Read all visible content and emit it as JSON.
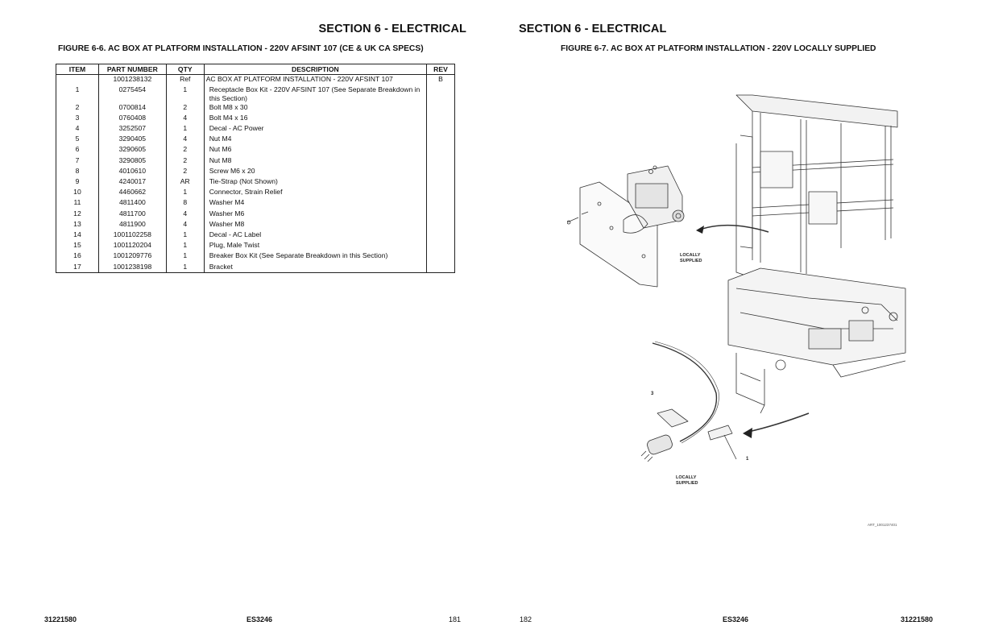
{
  "left_page": {
    "section_title": "SECTION 6 - ELECTRICAL",
    "figure_title": "FIGURE 6-6. AC BOX AT PLATFORM INSTALLATION - 220V AFSINT 107 (CE & UK CA SPECS)",
    "table": {
      "headers": [
        "ITEM",
        "PART NUMBER",
        "QTY",
        "DESCRIPTION",
        "REV"
      ],
      "rows": [
        [
          "",
          "1001238132",
          "Ref",
          "AC BOX AT PLATFORM INSTALLATION - 220V AFSINT 107",
          "B"
        ],
        [
          "1",
          "0275454",
          "1",
          "Receptacle Box Kit - 220V AFSINT 107 (See Separate Breakdown in this Section)",
          ""
        ],
        [
          "2",
          "0700814",
          "2",
          "Bolt M8 x 30",
          ""
        ],
        [
          "3",
          "0760408",
          "4",
          "Bolt M4 x 16",
          ""
        ],
        [
          "4",
          "3252507",
          "1",
          "Decal - AC Power",
          ""
        ],
        [
          "5",
          "3290405",
          "4",
          "Nut M4",
          ""
        ],
        [
          "6",
          "3290605",
          "2",
          "Nut M6",
          ""
        ],
        [
          "7",
          "3290805",
          "2",
          "Nut M8",
          ""
        ],
        [
          "8",
          "4010610",
          "2",
          "Screw M6 x 20",
          ""
        ],
        [
          "9",
          "4240017",
          "AR",
          "Tie-Strap (Not Shown)",
          ""
        ],
        [
          "10",
          "4460662",
          "1",
          "Connector, Strain Relief",
          ""
        ],
        [
          "11",
          "4811400",
          "8",
          "Washer M4",
          ""
        ],
        [
          "12",
          "4811700",
          "4",
          "Washer M6",
          ""
        ],
        [
          "13",
          "4811900",
          "4",
          "Washer M8",
          ""
        ],
        [
          "14",
          "1001102258",
          "1",
          "Decal - AC Label",
          ""
        ],
        [
          "15",
          "1001120204",
          "1",
          "Plug, Male Twist",
          ""
        ],
        [
          "16",
          "1001209776",
          "1",
          "Breaker Box Kit (See Separate Breakdown in this Section)",
          ""
        ],
        [
          "17",
          "1001238198",
          "1",
          "Bracket",
          ""
        ]
      ]
    },
    "footer": {
      "doc_number": "31221580",
      "model": "ES3246",
      "page_number": "181"
    }
  },
  "right_page": {
    "section_title": "SECTION 6 - ELECTRICAL",
    "figure_title": "FIGURE 6-7. AC BOX AT PLATFORM INSTALLATION - 220V LOCALLY SUPPLIED",
    "illustration": {
      "label_locally_supplied_1": "LOCALLY",
      "label_locally_supplied_2": "SUPPLIED",
      "callout_1": "1",
      "callout_3": "3",
      "art_id": "ART_1001237401"
    },
    "footer": {
      "page_number": "182",
      "model": "ES3246",
      "doc_number": "31221580"
    }
  }
}
